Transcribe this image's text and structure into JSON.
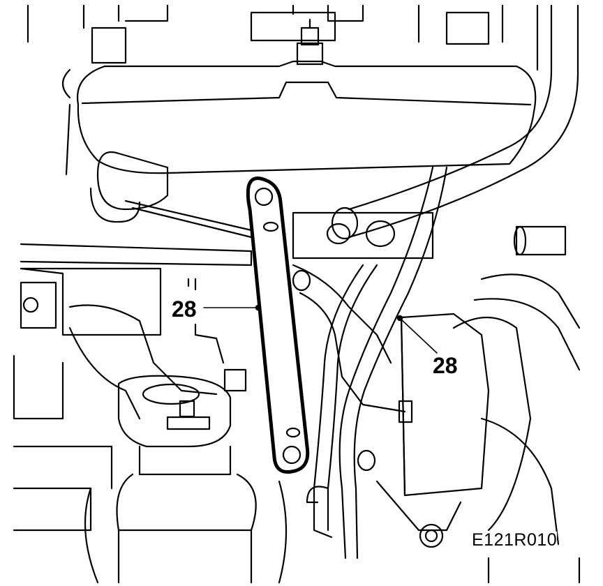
{
  "callouts": {
    "left": "28",
    "right": "28"
  },
  "figure_code": "E121R010",
  "colors": {
    "line": "#000000",
    "background": "#ffffff"
  }
}
